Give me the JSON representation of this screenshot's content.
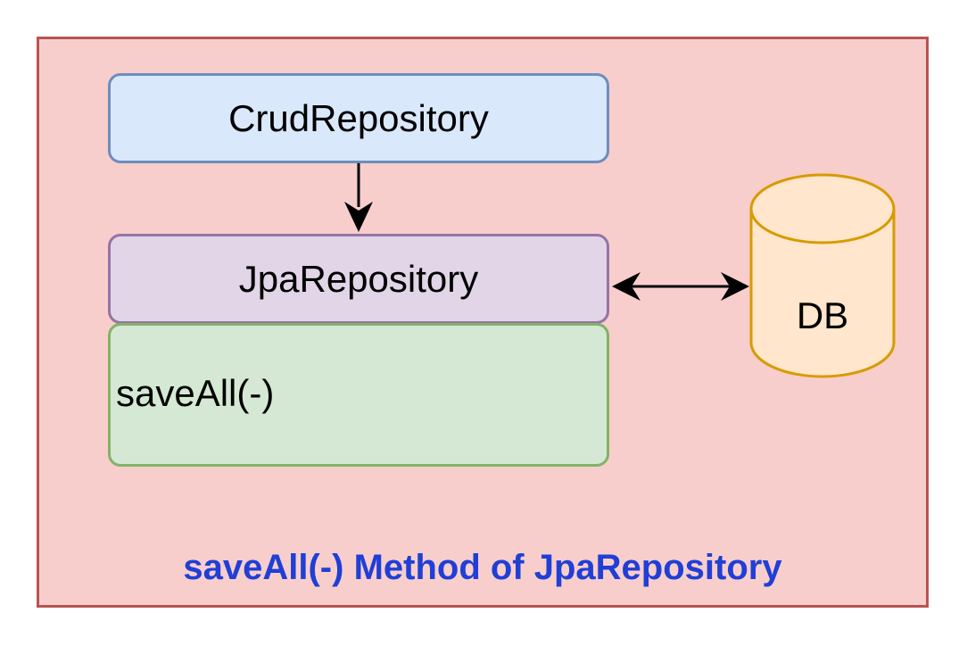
{
  "diagram": {
    "caption": "saveAll(-) Method of JpaRepository",
    "nodes": {
      "crud_repository": {
        "label": "CrudRepository"
      },
      "jpa_repository": {
        "label": "JpaRepository"
      },
      "method_box": {
        "label": "saveAll(-)"
      },
      "database": {
        "label": "DB"
      }
    },
    "edges": [
      {
        "from": "CrudRepository",
        "to": "JpaRepository",
        "direction": "one-way"
      },
      {
        "from": "JpaRepository",
        "to": "DB",
        "direction": "two-way"
      }
    ]
  },
  "colors": {
    "frame_fill": "#f8cecc",
    "frame_border": "#b85450",
    "crud_fill": "#dae8fc",
    "crud_border": "#6c8ebf",
    "jpa_fill": "#e1d5e7",
    "jpa_border": "#9673a6",
    "method_fill": "#d5e8d4",
    "method_border": "#82b366",
    "db_fill": "#ffe6cc",
    "db_border": "#d79b00",
    "caption_text": "#1f3fd6"
  }
}
